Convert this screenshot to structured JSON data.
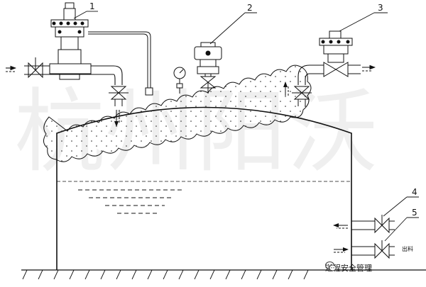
{
  "callouts": [
    "1",
    "2",
    "3",
    "4",
    "5"
  ],
  "outlet_label": "出料",
  "watermark": "杭州阳沃",
  "source_badge": "过程安全管理",
  "icons": {
    "wechat": "wechat-icon"
  }
}
